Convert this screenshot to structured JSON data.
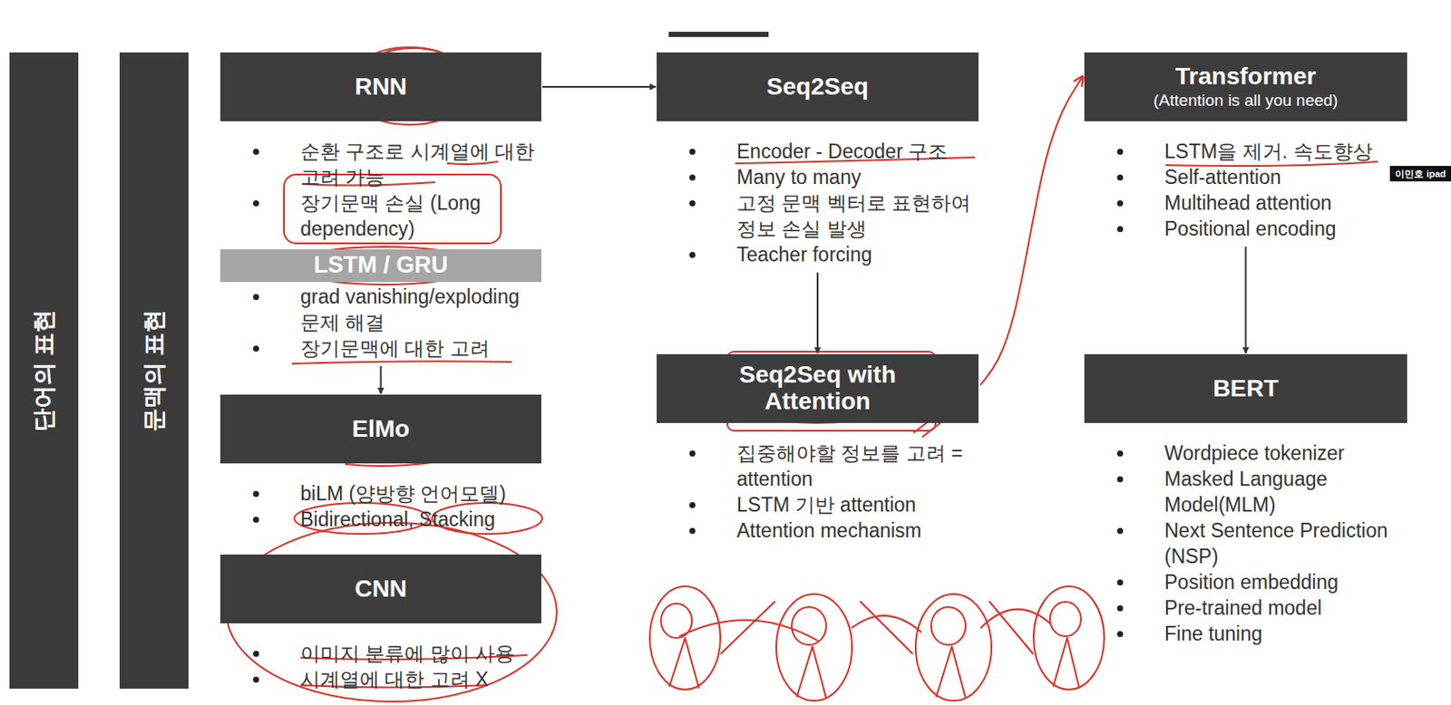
{
  "diagram": {
    "nodes": [
      {
        "text": [
          "단어의 표현"
        ]
      },
      {
        "text": [
          "문맥의 표현"
        ]
      },
      {
        "text": [
          "RNN",
          "순환 구조로 시계열에 대한 고려 가능",
          "장기문맥 손실 (Long dependency)"
        ]
      },
      {
        "text": [
          "LSTM / GRU",
          "grad vanishing/exploding 문제 해결",
          "장기문맥에 대한 고려"
        ]
      },
      {
        "text": [
          "ElMo",
          "biLM (양방향 언어모델)",
          "Bidirectional, Stacking"
        ]
      },
      {
        "text": [
          "CNN",
          "이미지 분류에 많이 사용",
          "시계열에 대한 고려 X"
        ]
      },
      {
        "text": [
          "Seq2Seq",
          "Encoder - Decoder 구조",
          "Many to many",
          "고정 문맥 벡터로 표현하여 정보 손실 발생",
          "Teacher forcing"
        ]
      },
      {
        "text": [
          "Seq2Seq with Attention",
          "집중해야할 정보를 고려 = attention",
          "LSTM 기반 attention",
          "Attention mechanism"
        ]
      },
      {
        "text": [
          "Transformer",
          "(Attention is all you need)",
          "LSTM을 제거. 속도향상",
          "Self-attention",
          "Multihead attention",
          "Positional encoding"
        ]
      },
      {
        "text": [
          "BERT",
          "Wordpiece tokenizer",
          "Masked Language Model(MLM)",
          "Next Sentence Prediction (NSP)",
          "Position embedding",
          "Pre-trained model",
          "Fine tuning"
        ]
      },
      {
        "text": [
          "이민호 ipad"
        ]
      }
    ],
    "edges": [
      {
        "from": 2,
        "to": 6,
        "arrow": "to"
      },
      {
        "from": 3,
        "to": 4,
        "arrow": "to"
      },
      {
        "from": 6,
        "to": 7,
        "arrow": "to"
      },
      {
        "from": 8,
        "to": 9,
        "arrow": "to"
      },
      {
        "from": 7,
        "to": 8,
        "arrow": "to"
      }
    ]
  }
}
